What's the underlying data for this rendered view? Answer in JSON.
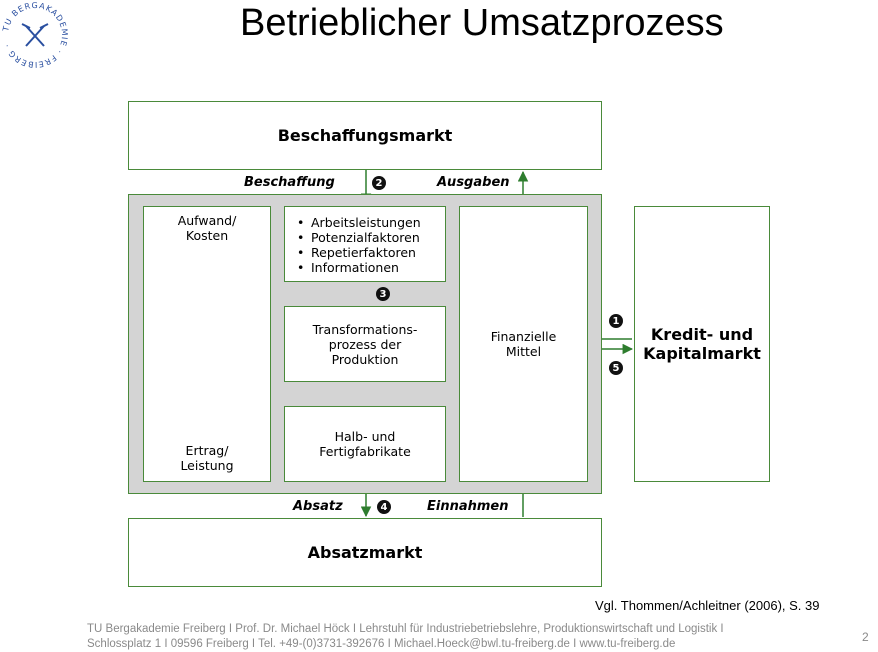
{
  "title": "Betrieblicher Umsatzprozess",
  "logo": {
    "text": "TU BERGAKADEMIE · FREIBERG ·",
    "icon": "hammer-and-pick-icon"
  },
  "diagram": {
    "beschaffungsmarkt": "Beschaffungsmarkt",
    "absatzmarkt": "Absatzmarkt",
    "kreditmarkt_line1": "Kredit- und",
    "kreditmarkt_line2": "Kapitalmarkt",
    "label_beschaffung": "Beschaffung",
    "label_ausgaben": "Ausgaben",
    "label_absatz": "Absatz",
    "label_einnahmen": "Einnahmen",
    "aufwand_line1": "Aufwand/",
    "aufwand_line2": "Kosten",
    "ertrag_line1": "Ertrag/",
    "ertrag_line2": "Leistung",
    "inputs": [
      "Arbeitsleistungen",
      "Potenzialfaktoren",
      "Repetierfaktoren",
      "Informationen"
    ],
    "transformation_line1": "Transformations-",
    "transformation_line2": "prozess der",
    "transformation_line3": "Produktion",
    "fabrikate_line1": "Halb- und",
    "fabrikate_line2": "Fertigfabrikate",
    "mittel_line1": "Finanzielle",
    "mittel_line2": "Mittel",
    "markers": [
      "1",
      "2",
      "3",
      "4",
      "5"
    ]
  },
  "source": "Vgl. Thommen/Achleitner (2006), S. 39",
  "footer_line1": "TU Bergakademie Freiberg I Prof. Dr. Michael Höck I  Lehrstuhl für Industriebetriebslehre, Produktionswirtschaft und Logistik I",
  "footer_line2": "Schlossplatz 1 I 09596 Freiberg I Tel. +49-(0)3731-392676 I Michael.Hoeck@bwl.tu-freiberg.de I www.tu-freiberg.de",
  "page_number": "2",
  "colors": {
    "box_border": "#4a8a3a",
    "arrow": "#2e7d2e",
    "panel": "#d4d4d4"
  }
}
